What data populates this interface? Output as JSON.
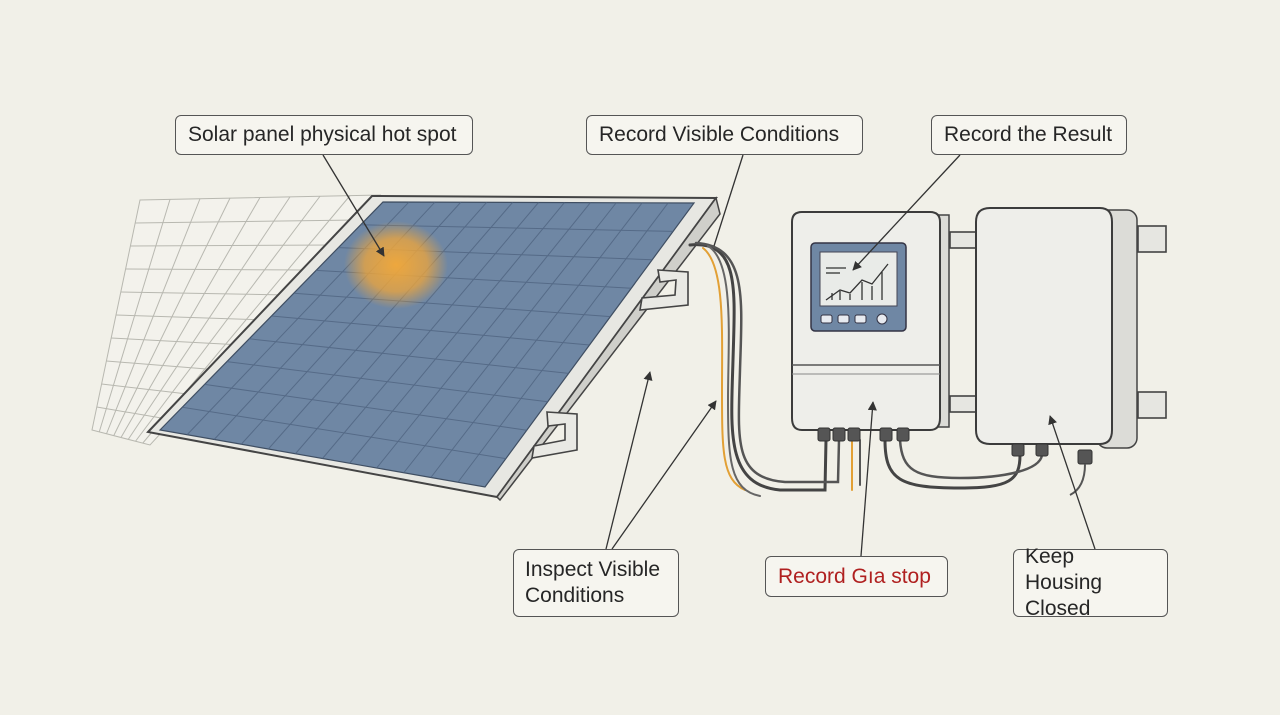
{
  "callouts": {
    "hotspot": "Solar panel physical hot spot",
    "record_visible": "Record Visible Conditions",
    "record_result": "Record the Result",
    "inspect_line1": "Inspect Visible",
    "inspect_line2": "Conditions",
    "record_stop": "Record Gıa stop",
    "keep_line1": "Keep Housing",
    "keep_line2": "Closed"
  },
  "colors": {
    "panel_blue": "#6f87a4",
    "hotspot_orange": "#f0a63a",
    "warning_red": "#b02020",
    "line_ink": "#3c3c3c",
    "background": "#f1f0e8"
  },
  "icons": {
    "inverter_screen": "trend-chart-icon"
  }
}
